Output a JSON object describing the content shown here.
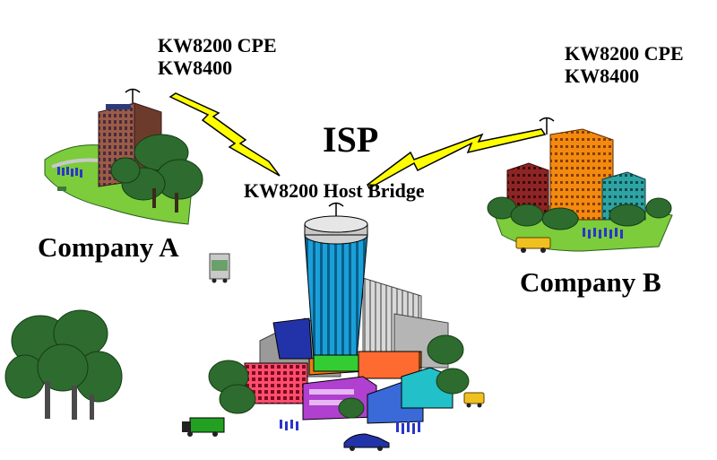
{
  "labels": {
    "company_a_equipment": [
      "KW8200 CPE",
      "KW8400"
    ],
    "company_b_equipment": [
      "KW8200 CPE",
      "KW8400"
    ],
    "isp_title": "ISP",
    "host_bridge": "KW8200 Host Bridge",
    "company_a": "Company A",
    "company_b": "Company B"
  },
  "colors": {
    "lightning_bolt": "#ffff00",
    "lightning_outline": "#000000",
    "tree_green": "#2e6b2e",
    "lawn_green": "#7ccc3c",
    "isp_tower_blue": "#1aa0d8"
  },
  "icons": [
    "antenna-icon",
    "lightning-link-icon",
    "building-icon",
    "tree-icon",
    "truck-icon",
    "car-icon",
    "bus-icon"
  ]
}
